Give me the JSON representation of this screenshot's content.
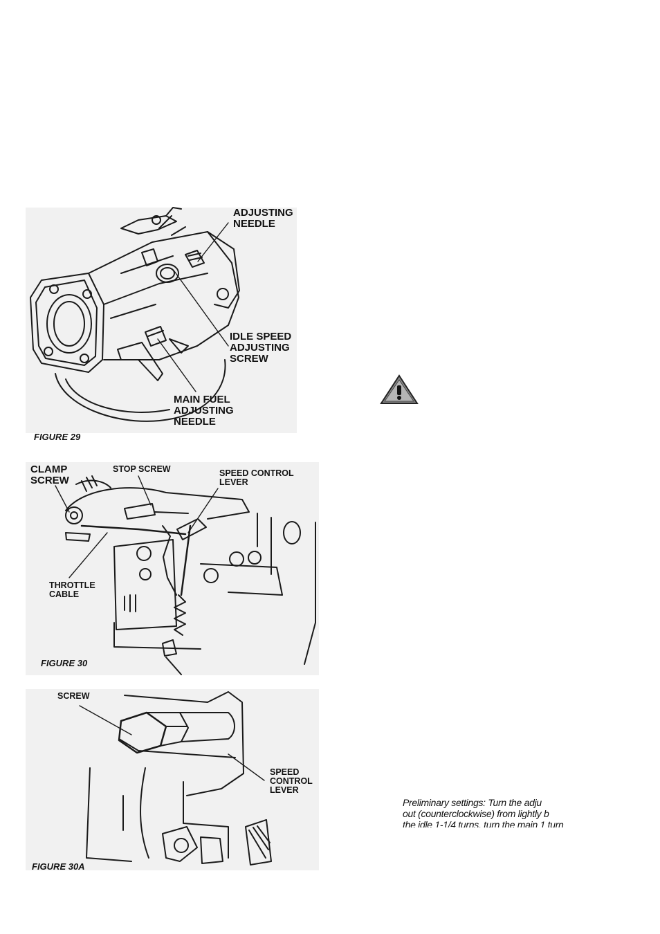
{
  "figure29": {
    "caption": "FIGURE 29",
    "labels": {
      "adjusting_needle": [
        "ADJUSTING",
        "NEEDLE"
      ],
      "idle_speed_screw": [
        "IDLE SPEED",
        "ADJUSTING",
        "SCREW"
      ],
      "main_fuel_needle": [
        "MAIN FUEL",
        "ADJUSTING",
        "NEEDLE"
      ]
    }
  },
  "figure30": {
    "caption": "FIGURE 30",
    "labels": {
      "clamp_screw": [
        "CLAMP",
        "SCREW"
      ],
      "stop_screw": "STOP SCREW",
      "speed_control_lever": [
        "SPEED CONTROL",
        "LEVER"
      ],
      "throttle_cable": [
        "THROTTLE",
        "CABLE"
      ]
    }
  },
  "figure30a": {
    "caption": "FIGURE 30A",
    "labels": {
      "screw": "SCREW",
      "speed_control_lever": [
        "SPEED",
        "CONTROL",
        "LEVER"
      ]
    }
  },
  "warning_icon": "warning-triangle-icon",
  "text_fragment": {
    "lines": [
      "Preliminary settings:  Turn the adju",
      "out (counterclockwise) from lightly b",
      "the idle 1-1/4 turns, turn the main 1 turn"
    ]
  }
}
